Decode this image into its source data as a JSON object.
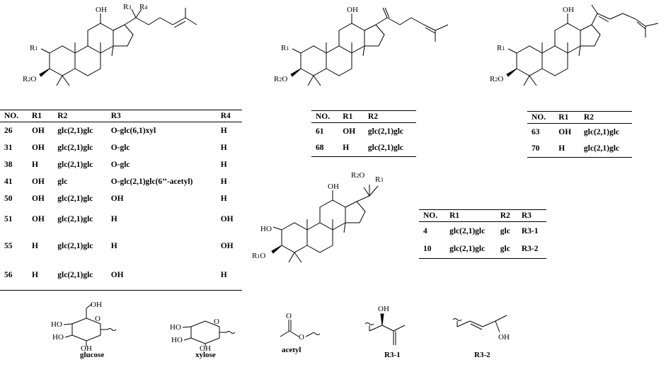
{
  "table1": {
    "headers": [
      "NO.",
      "R1",
      "R2",
      "R3",
      "R4"
    ],
    "rows": [
      [
        "26",
        "OH",
        "glc(2,1)glc",
        "O-glc(6,1)xyl",
        "H"
      ],
      [
        "31",
        "OH",
        "glc(2,1)glc",
        "O-glc",
        "H"
      ],
      [
        "38",
        "H",
        "glc(2,1)glc",
        "O-glc",
        "H"
      ],
      [
        "41",
        "OH",
        "glc",
        "O-glc(2,1)glc(6’’-acetyl)",
        "H"
      ],
      [
        "50",
        "OH",
        "glc(2,1)glc",
        "OH",
        "H"
      ],
      [
        "51",
        "OH",
        "glc(2,1)glc",
        "H",
        "OH"
      ],
      [
        "55",
        "H",
        "glc(2,1)glc",
        "H",
        "OH"
      ],
      [
        "56",
        "H",
        "glc(2,1)glc",
        "OH",
        "H"
      ]
    ]
  },
  "table2": {
    "headers": [
      "NO.",
      "R1",
      "R2"
    ],
    "rows": [
      [
        "61",
        "OH",
        "glc(2,1)glc"
      ],
      [
        "68",
        "H",
        "glc(2,1)glc"
      ]
    ]
  },
  "table3": {
    "headers": [
      "NO.",
      "R1",
      "R2"
    ],
    "rows": [
      [
        "63",
        "OH",
        "glc(2,1)glc"
      ],
      [
        "70",
        "H",
        "glc(2,1)glc"
      ]
    ]
  },
  "table4": {
    "headers": [
      "NO.",
      "R1",
      "R2",
      "R3"
    ],
    "rows": [
      [
        "4",
        "glc(2,1)glc",
        "glc",
        "R3-1"
      ],
      [
        "10",
        "glc(2,1)glc",
        "glc",
        "R3-2"
      ]
    ]
  },
  "atoms": {
    "oh": "OH",
    "ho": "HO",
    "r1": "R",
    "r2o_r": "R",
    "r2o_o": "O",
    "r3": "R",
    "r4": "R",
    "o": "O",
    "one": "1",
    "two": "2",
    "three": "3",
    "four": "4"
  },
  "labels": {
    "glucose": "glucose",
    "xylose": "xylose",
    "acetyl": "acetyl",
    "r3_1": "R3-1",
    "r3_2": "R3-2"
  }
}
